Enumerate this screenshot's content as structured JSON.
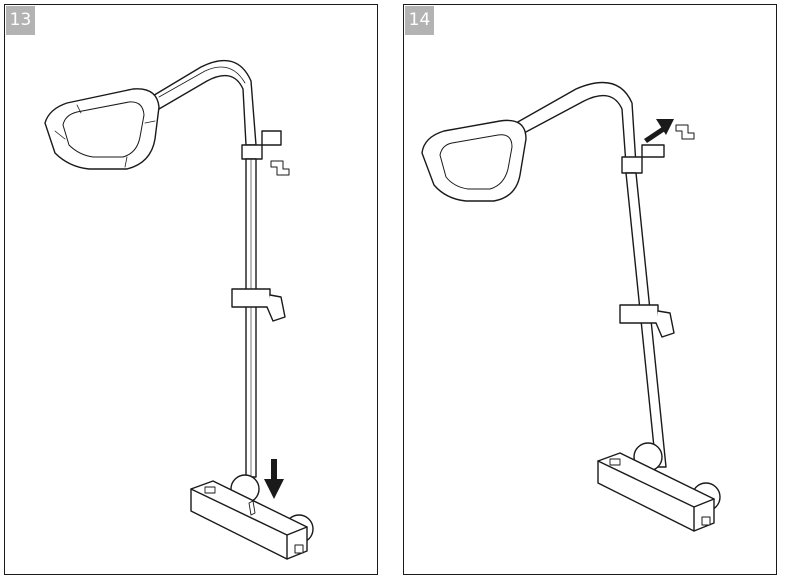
{
  "steps": [
    {
      "number": "13",
      "illustration": "shower-column-slide-rail-insert",
      "arrow": "arrow-down"
    },
    {
      "number": "14",
      "illustration": "shower-column-bracket-mount",
      "arrow": "arrow-up-right"
    }
  ],
  "colors": {
    "badge": "#b3b3b3",
    "line": "#1a1a1a",
    "border": "#1a1a1a"
  }
}
